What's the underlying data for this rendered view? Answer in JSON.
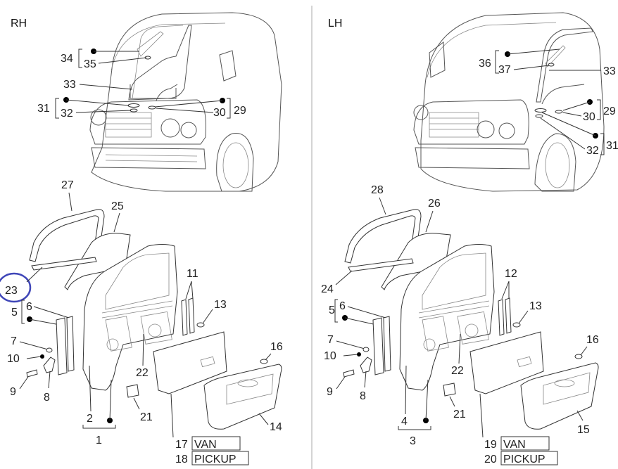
{
  "sides": {
    "rh": "RH",
    "lh": "LH"
  },
  "callouts": {
    "rh": {
      "n34": "34",
      "n35": "35",
      "n33": "33",
      "n31": "31",
      "n32": "32",
      "n30": "30",
      "n29": "29",
      "n27": "27",
      "n25": "25",
      "n23": "23",
      "n5": "5",
      "n6": "6",
      "n11": "11",
      "n13": "13",
      "n7": "7",
      "n10": "10",
      "n9": "9",
      "n8": "8",
      "n22": "22",
      "n16": "16",
      "n2": "2",
      "n1": "1",
      "n21": "21",
      "n14": "14",
      "n17": "17",
      "n18": "18"
    },
    "lh": {
      "n36": "36",
      "n37": "37",
      "n33": "33",
      "n30": "30",
      "n29": "29",
      "n32": "32",
      "n31": "31",
      "n28": "28",
      "n26": "26",
      "n24": "24",
      "n5": "5",
      "n6": "6",
      "n12": "12",
      "n13": "13",
      "n7": "7",
      "n10": "10",
      "n9": "9",
      "n8": "8",
      "n22": "22",
      "n16": "16",
      "n4": "4",
      "n3": "3",
      "n21": "21",
      "n15": "15",
      "n19": "19",
      "n20": "20"
    }
  },
  "variants": {
    "van": "VAN",
    "pickup": "PICKUP"
  },
  "highlight_color": "#3f46b8"
}
